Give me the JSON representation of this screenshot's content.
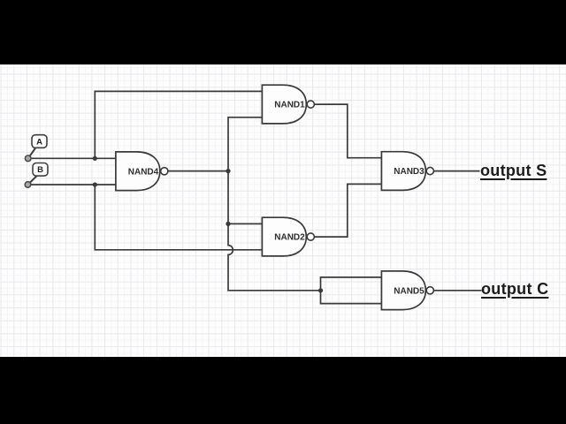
{
  "canvas": {
    "letterbox_color": "#000000",
    "background_color": "#fdfdfd",
    "grid_major_color": "#e9e9ec",
    "grid_minor_color": "#f5f5f7",
    "wire_color": "#3a3a3a"
  },
  "inputs": [
    {
      "id": "input-a",
      "label": "A"
    },
    {
      "id": "input-b",
      "label": "B"
    }
  ],
  "gates": [
    {
      "id": "nand1",
      "label": "NAND1",
      "type": "NAND"
    },
    {
      "id": "nand2",
      "label": "NAND2",
      "type": "NAND"
    },
    {
      "id": "nand3",
      "label": "NAND3",
      "type": "NAND"
    },
    {
      "id": "nand4",
      "label": "NAND4",
      "type": "NAND"
    },
    {
      "id": "nand5",
      "label": "NAND5",
      "type": "NAND"
    }
  ],
  "outputs": [
    {
      "id": "output-s",
      "label": "output S"
    },
    {
      "id": "output-c",
      "label": "output C"
    }
  ]
}
